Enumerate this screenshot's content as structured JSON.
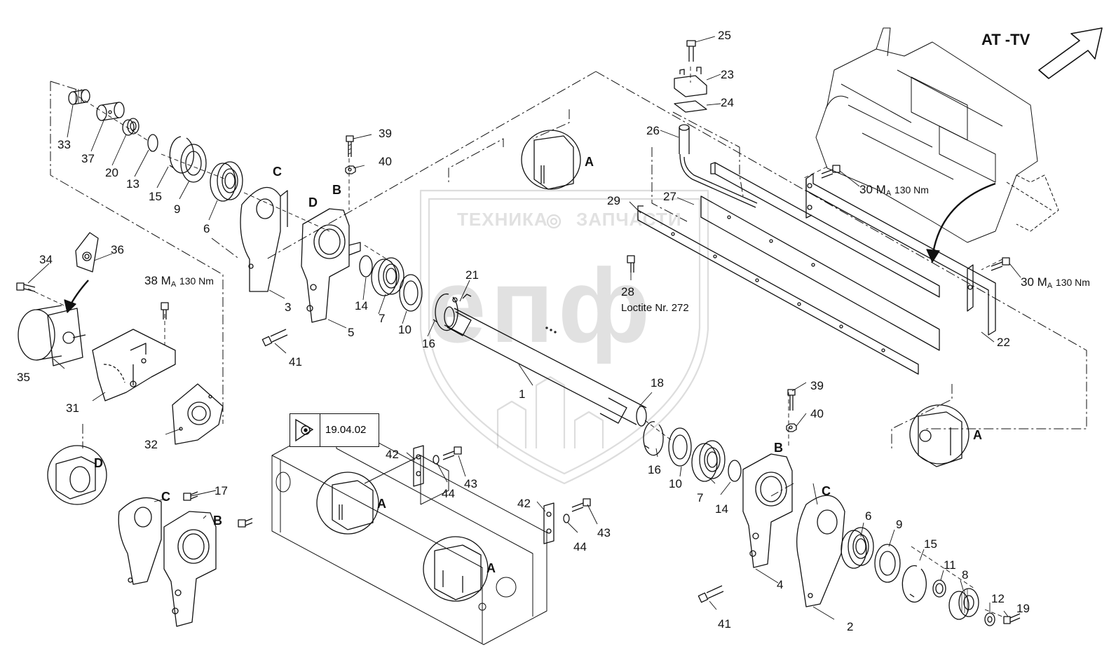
{
  "title": "AT -TV",
  "watermark": {
    "company": "ТЕХНИКА",
    "company2": "ЗАПЧАСТИ",
    "logo": "епф"
  },
  "view_reference": "19.04.02",
  "torque_30a": "30",
  "torque_30b": "30",
  "torque_38": "38",
  "torque_unit": "M",
  "torque_sub": "A",
  "torque_value": "130 Nm",
  "loctite": "Loctite Nr. 272",
  "detail_letters": {
    "A": "A",
    "B": "B",
    "C": "C",
    "D": "D"
  },
  "part_numbers": {
    "p1": "1",
    "p2": "2",
    "p3": "3",
    "p4": "4",
    "p5": "5",
    "p6a": "6",
    "p6b": "6",
    "p7a": "7",
    "p7b": "7",
    "p8": "8",
    "p9a": "9",
    "p9b": "9",
    "p10a": "10",
    "p10b": "10",
    "p11": "11",
    "p12": "12",
    "p13": "13",
    "p14a": "14",
    "p14b": "14",
    "p15a": "15",
    "p15b": "15",
    "p16a": "16",
    "p16b": "16",
    "p17": "17",
    "p18": "18",
    "p19": "19",
    "p20": "20",
    "p21": "21",
    "p22": "22",
    "p23": "23",
    "p24": "24",
    "p25": "25",
    "p26": "26",
    "p27": "27",
    "p28": "28",
    "p29": "29",
    "p31": "31",
    "p32": "32",
    "p33": "33",
    "p34": "34",
    "p35": "35",
    "p36": "36",
    "p37": "37",
    "p39a": "39",
    "p39b": "39",
    "p40a": "40",
    "p40b": "40",
    "p41a": "41",
    "p41b": "41",
    "p42a": "42",
    "p42b": "42",
    "p43a": "43",
    "p43b": "43",
    "p44a": "44",
    "p44b": "44"
  },
  "icons": [
    "eye-view-icon",
    "direction-arrow-icon",
    "gear-watermark-icon"
  ]
}
